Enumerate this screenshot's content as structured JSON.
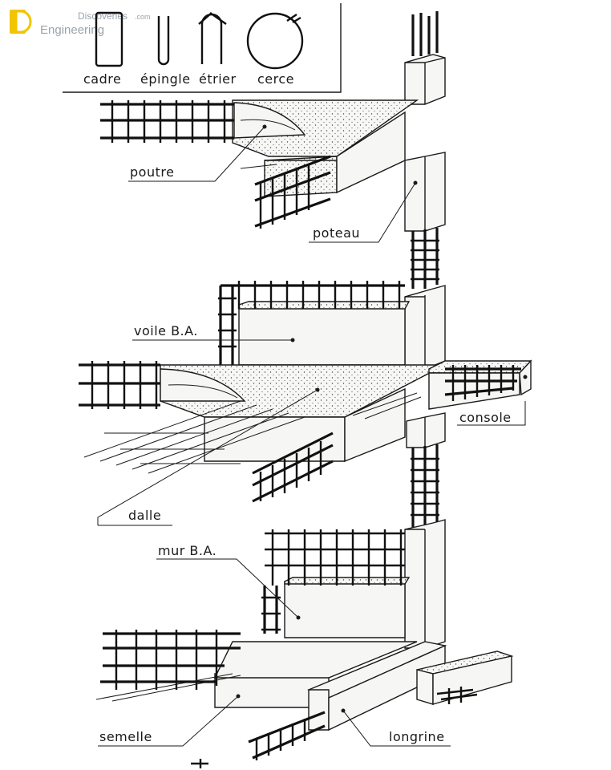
{
  "brand": {
    "name": "Discoveries",
    "suffix": ".com",
    "sub": "Engineering"
  },
  "legend": {
    "items": [
      "cadre",
      "épingle",
      "étrier",
      "cerce"
    ]
  },
  "labels": {
    "poutre": "poutre",
    "poteau": "poteau",
    "voile": "voile B.A.",
    "console": "console",
    "dalle": "dalle",
    "mur": "mur B.A.",
    "semelle": "semelle",
    "longrine": "longrine"
  }
}
